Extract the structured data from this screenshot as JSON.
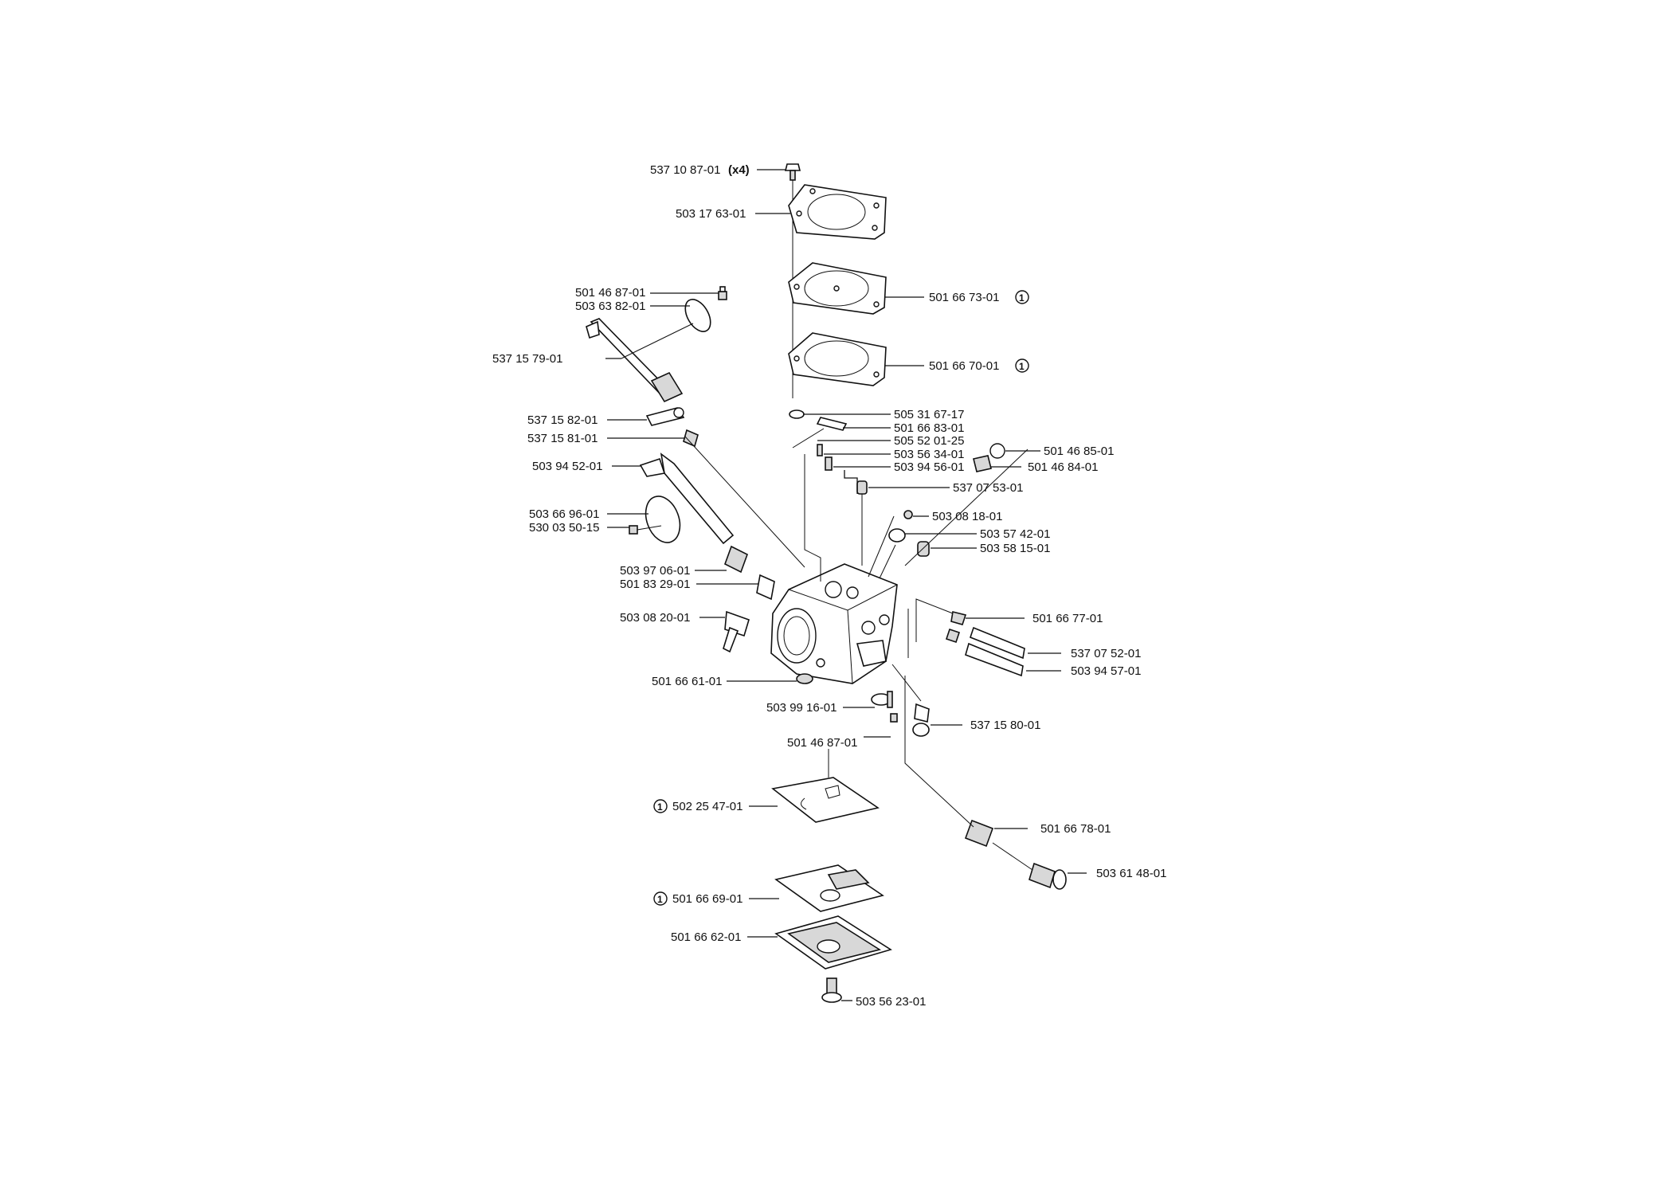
{
  "labels": {
    "l1": "537 10 87-01",
    "l1_qty": "(x4)",
    "l2": "503 17 63-01",
    "l3": "501 66 73-01",
    "l4": "501 66 70-01",
    "l5": "501 46 87-01",
    "l6": "503 63 82-01",
    "l7": "537 15 79-01",
    "l8": "537 15 82-01",
    "l9": "537 15 81-01",
    "l10": "503 94 52-01",
    "l11": "503 66 96-01",
    "l12": "530 03 50-15",
    "l13": "503 97 06-01",
    "l14": "501 83 29-01",
    "l15": "503 08 20-01",
    "l16": "501 66 61-01",
    "l17": "503 99 16-01",
    "l18": "501 46 87-01",
    "l19": "502 25 47-01",
    "l20": "501 66 69-01",
    "l21": "501 66 62-01",
    "l22": "503 56 23-01",
    "l23": "505 31 67-17",
    "l24": "501 66 83-01",
    "l25": "505 52 01-25",
    "l26": "503 56 34-01",
    "l27": "503 94 56-01",
    "l28": "501 46 85-01",
    "l29": "501 46 84-01",
    "l30": "537 07 53-01",
    "l31": "503 08 18-01",
    "l32": "503 57 42-01",
    "l33": "503 58 15-01",
    "l34": "501 66 77-01",
    "l35": "537 07 52-01",
    "l36": "503 94 57-01",
    "l37": "537 15 80-01",
    "l38": "501 66 78-01",
    "l39": "503 61 48-01"
  },
  "kit_marker": "1"
}
